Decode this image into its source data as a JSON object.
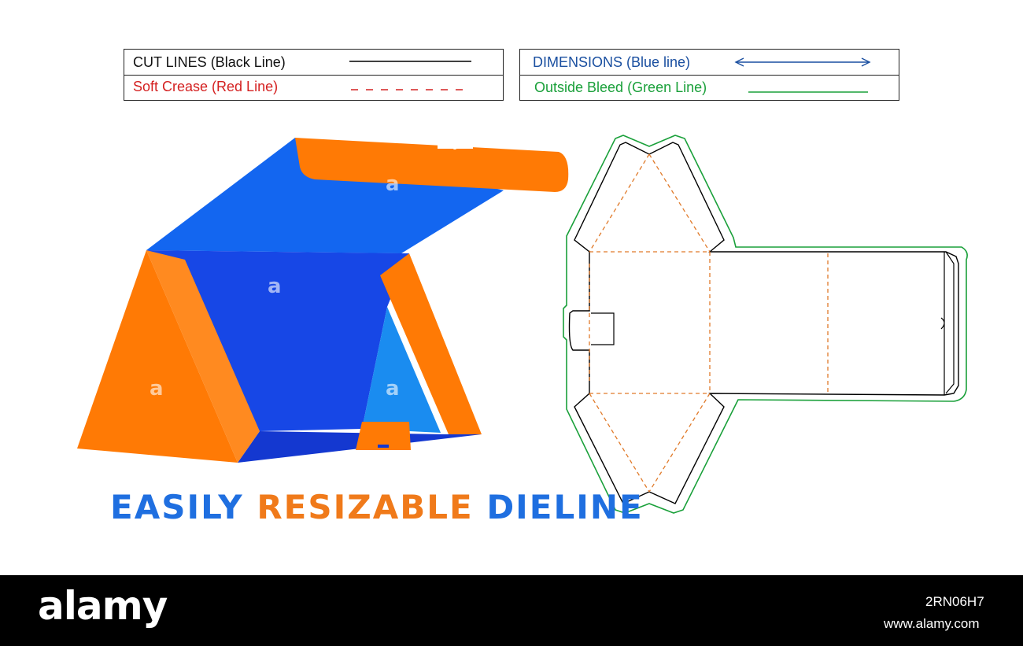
{
  "legend": {
    "cut_lines": "CUT LINES (Black Line)",
    "soft_crease": "Soft Crease (Red Line)",
    "dimensions": "DIMENSIONS (Blue line)",
    "outside_bleed": "Outside Bleed (Green Line)"
  },
  "headline": {
    "word1": "EASILY",
    "word2": "RESIZABLE",
    "word3": "DIELINE"
  },
  "watermark": "a",
  "footer": {
    "logo": "alamy",
    "image_id": "2RN06H7",
    "site": "www.alamy.com"
  },
  "colors": {
    "cut_line": "#000000",
    "crease_line": "#d42020",
    "dimension_line": "#1a4fa0",
    "bleed_line": "#1aa03a",
    "box_blue": "#1366f0",
    "box_blue_dark": "#1747e6",
    "box_orange": "#ff7a05",
    "headline_blue": "#1f6fe0",
    "headline_orange": "#f07a1a",
    "dieline_crease": "#e07a2a"
  }
}
